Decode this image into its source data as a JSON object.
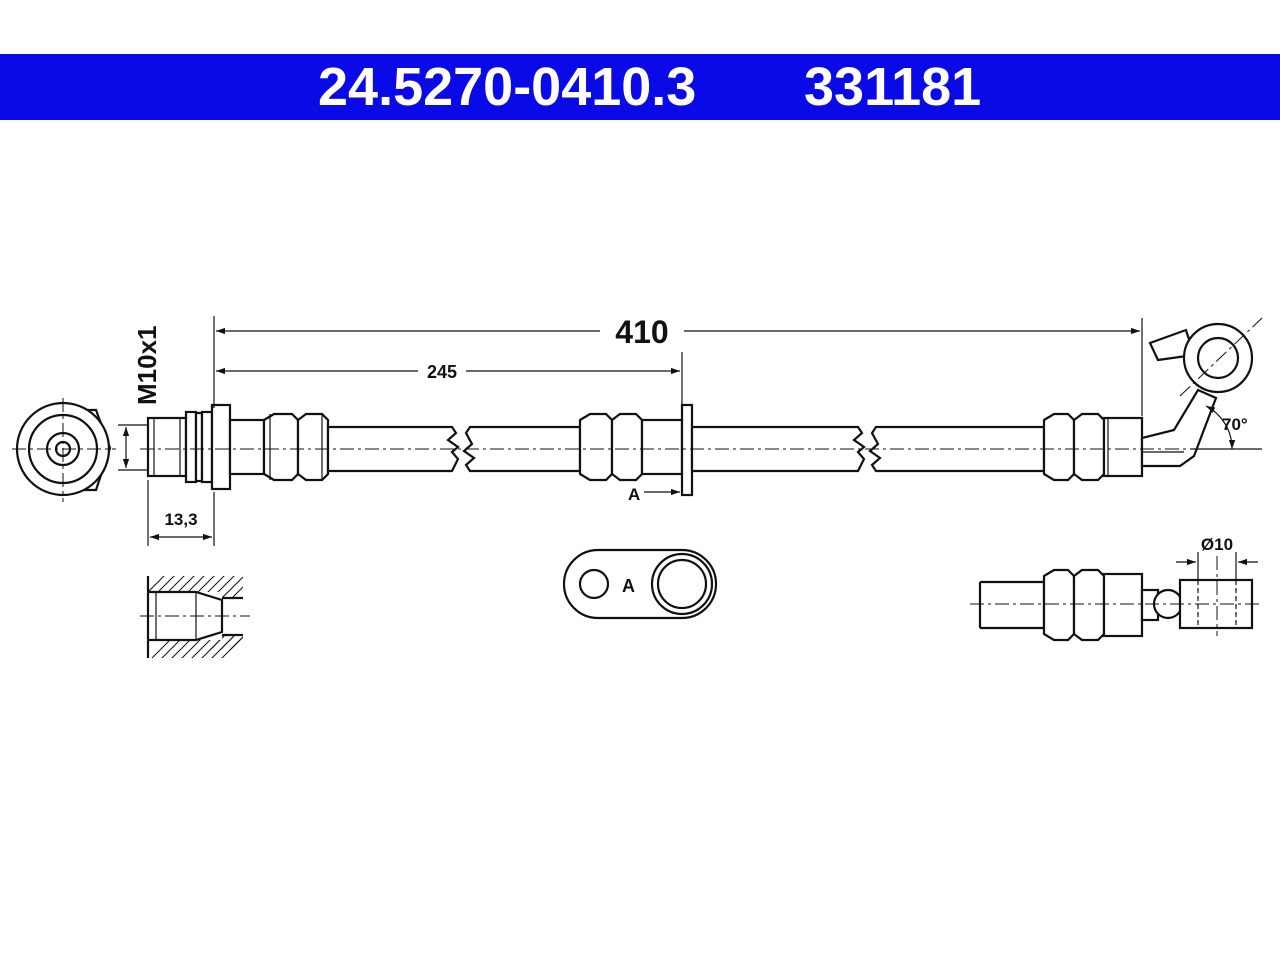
{
  "header": {
    "part_number": "24.5270-0410.3",
    "alt_number": "331181",
    "background": "#0a0ae6",
    "text_color": "#ffffff"
  },
  "dimensions": {
    "total_length": "410",
    "mid_length": "245",
    "thread": "M10x1",
    "thread_length": "13,3",
    "eye_diameter": "Ø10",
    "angle": "70°",
    "section_marker": "A"
  }
}
